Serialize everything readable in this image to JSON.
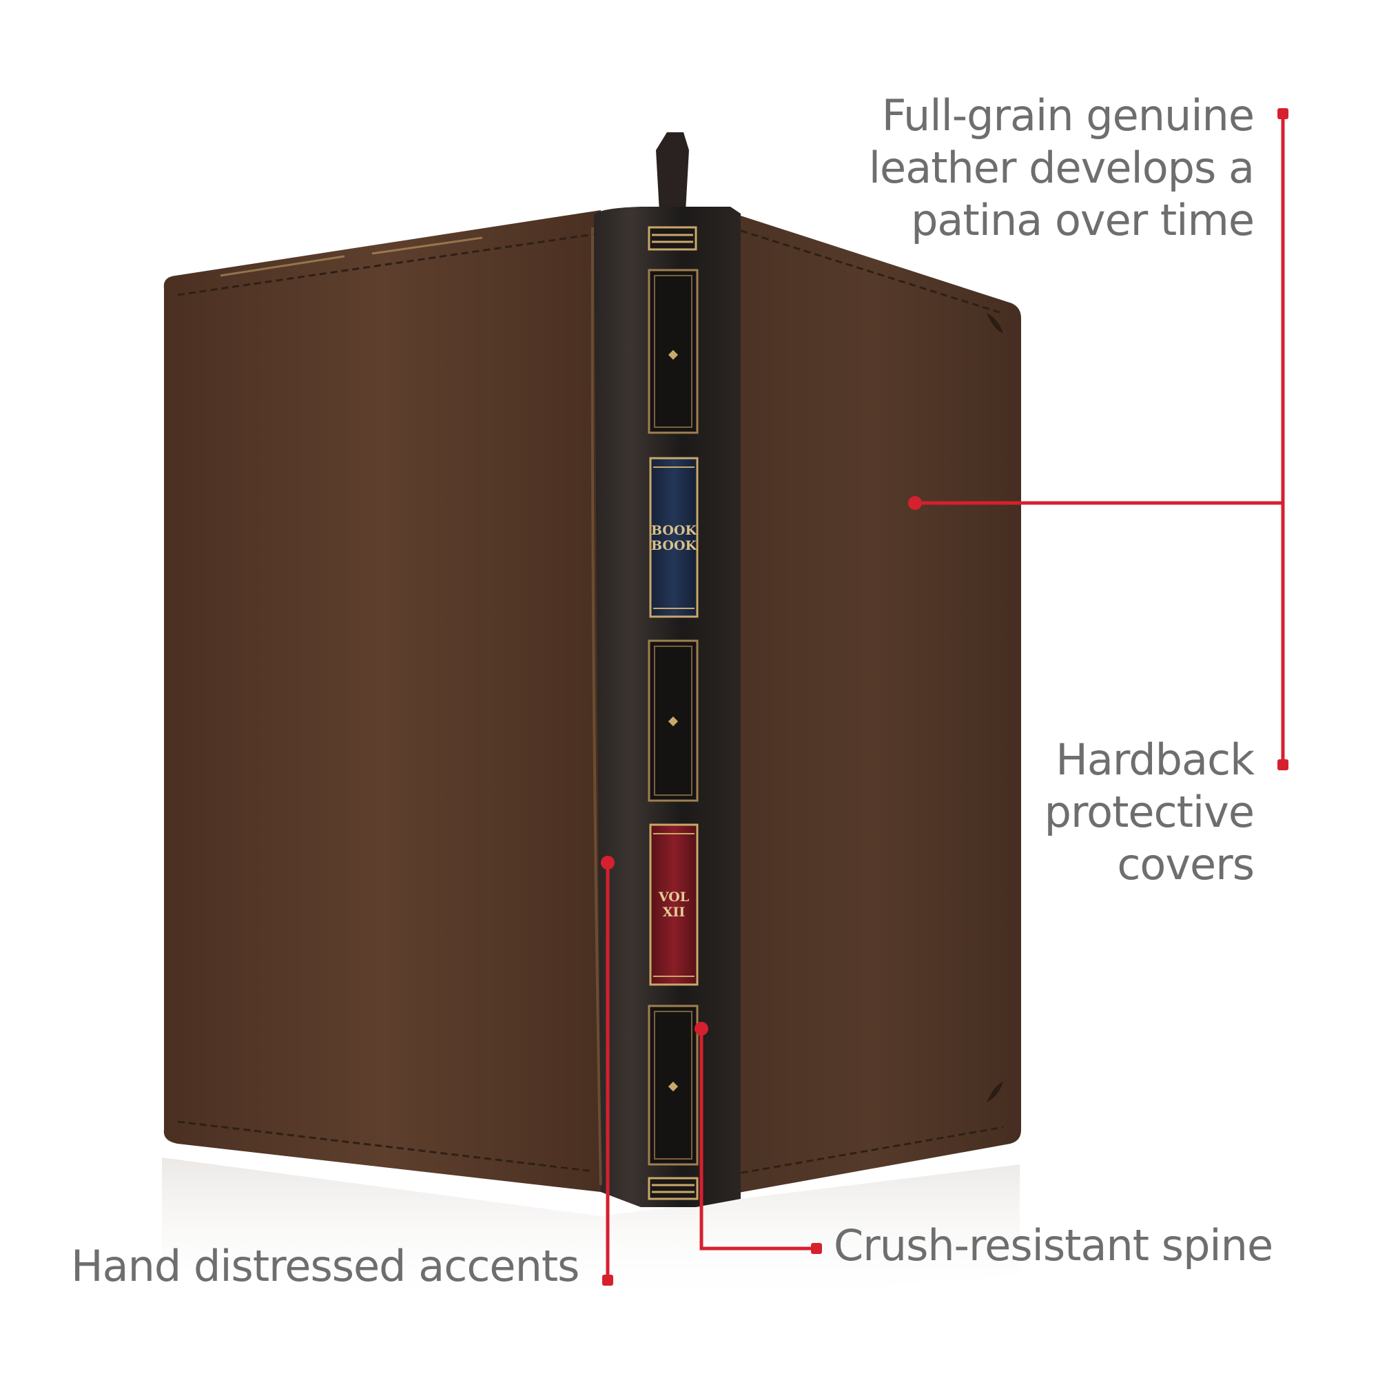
{
  "callouts": {
    "leather": [
      "Full-grain genuine",
      "leather develops a",
      "patina over time"
    ],
    "hardback": [
      "Hardback",
      "protective",
      "covers"
    ],
    "spine": "Crush-resistant spine",
    "accents": "Hand distressed accents"
  },
  "spine_labels": {
    "top": [
      "BOOK",
      "BOOK"
    ],
    "bottom": [
      "VOL",
      "XII"
    ]
  },
  "colors": {
    "callout_line": "#d6202f",
    "callout_text": "#6e6e6e",
    "leather": "#5a3d2b",
    "spine": "#1e1c1b",
    "label_blue": "#1f2f4c",
    "label_red": "#7a1a22",
    "gold": "#c9a86a"
  }
}
